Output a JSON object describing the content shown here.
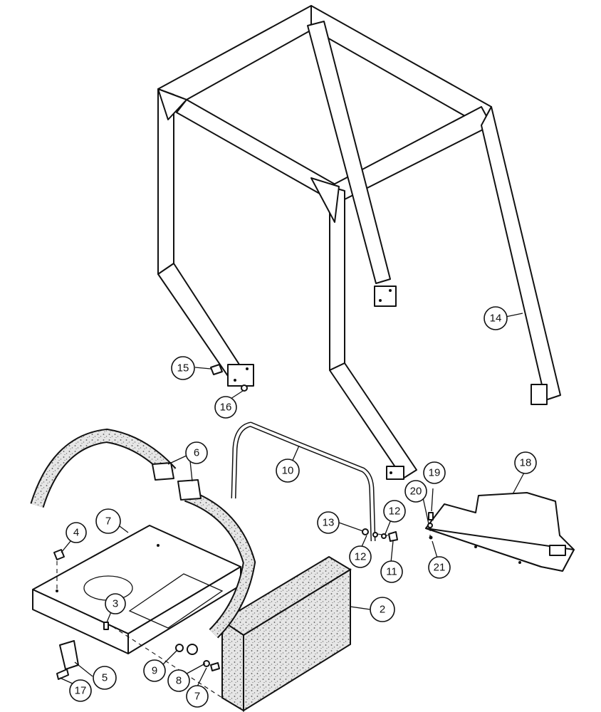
{
  "callouts": [
    {
      "label": "2"
    },
    {
      "label": "3"
    },
    {
      "label": "4"
    },
    {
      "label": "5"
    },
    {
      "label": "6"
    },
    {
      "label": "7"
    },
    {
      "label": "7"
    },
    {
      "label": "8"
    },
    {
      "label": "9"
    },
    {
      "label": "10"
    },
    {
      "label": "11"
    },
    {
      "label": "12"
    },
    {
      "label": "12"
    },
    {
      "label": "13"
    },
    {
      "label": "14"
    },
    {
      "label": "15"
    },
    {
      "label": "16"
    },
    {
      "label": "17"
    },
    {
      "label": "18"
    },
    {
      "label": "19"
    },
    {
      "label": "20"
    },
    {
      "label": "21"
    }
  ]
}
